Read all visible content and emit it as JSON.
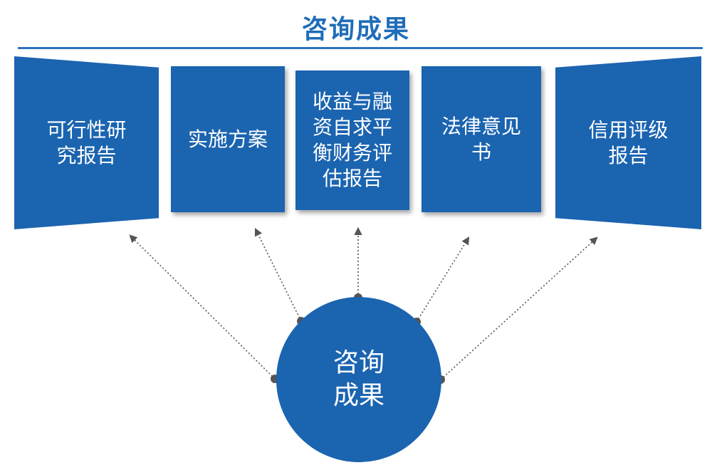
{
  "title": "咨询成果",
  "panels": [
    {
      "label": "可行性研究报告"
    },
    {
      "label": "实施方案"
    },
    {
      "label": "收益与融资自求平衡财务评估报告"
    },
    {
      "label": "法律意见书"
    },
    {
      "label": "信用评级报告"
    }
  ],
  "hub": {
    "label": "咨询成果"
  },
  "colors": {
    "primary": "#1b64b0",
    "title": "#1f6db8",
    "connector": "#555555"
  }
}
